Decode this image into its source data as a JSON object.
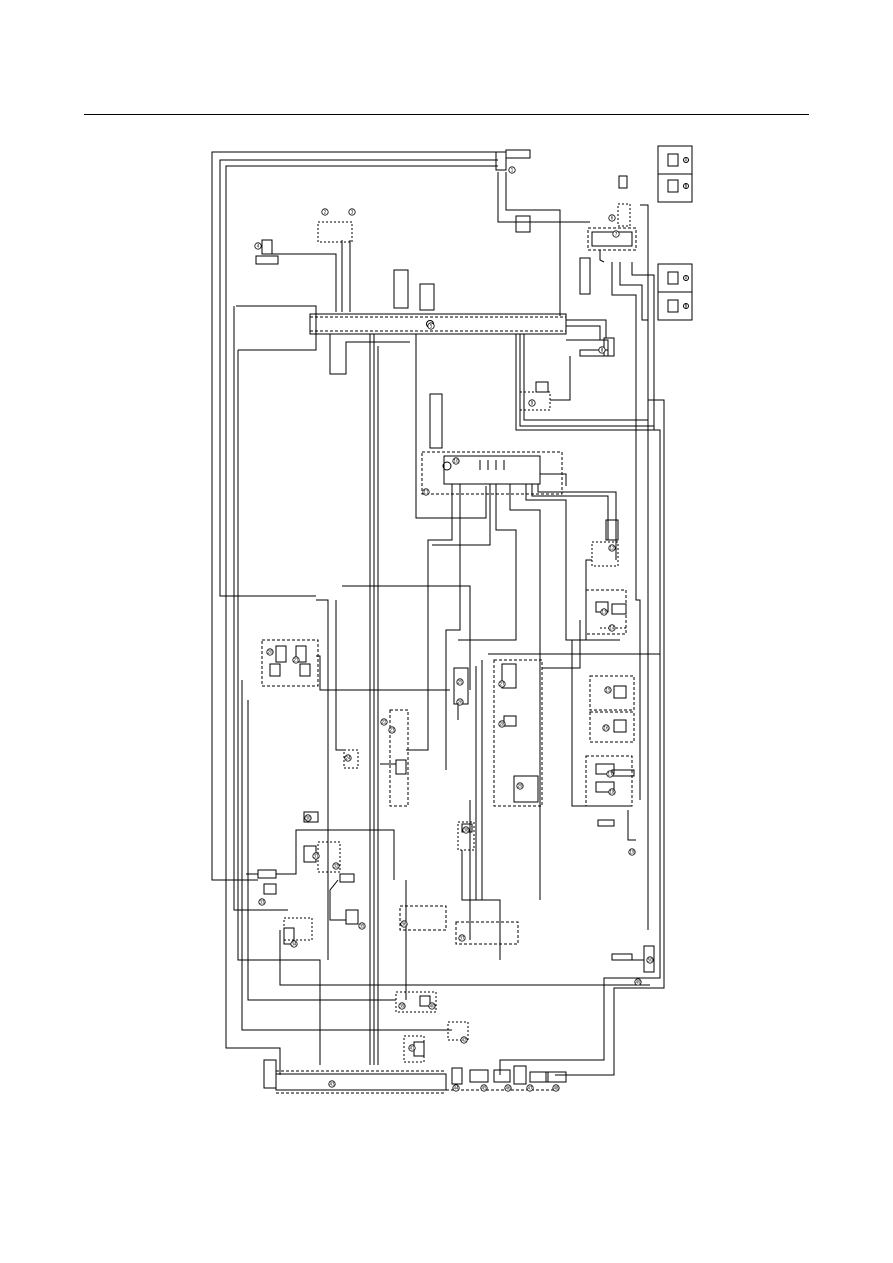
{
  "page": {
    "description_visible_text": "",
    "rule_color": "#000000"
  },
  "diagram": {
    "line_color": "#000000",
    "background": "#ffffff",
    "component_tags": [
      "1",
      "2",
      "3",
      "4",
      "5",
      "6",
      "7",
      "8",
      "9",
      "10",
      "11",
      "12",
      "13",
      "14",
      "15",
      "16",
      "17",
      "18",
      "19",
      "20",
      "21",
      "22",
      "23",
      "24",
      "25",
      "26",
      "27",
      "28",
      "29",
      "30",
      "31",
      "32",
      "33",
      "34",
      "35",
      "36",
      "37",
      "38",
      "39",
      "40",
      "41",
      "42",
      "43",
      "44",
      "45",
      "46",
      "47",
      "48",
      "49",
      "50"
    ],
    "legend_panels": [
      {
        "tags": [
          "A",
          "B"
        ]
      },
      {
        "tags": [
          "A",
          "B"
        ]
      }
    ]
  }
}
